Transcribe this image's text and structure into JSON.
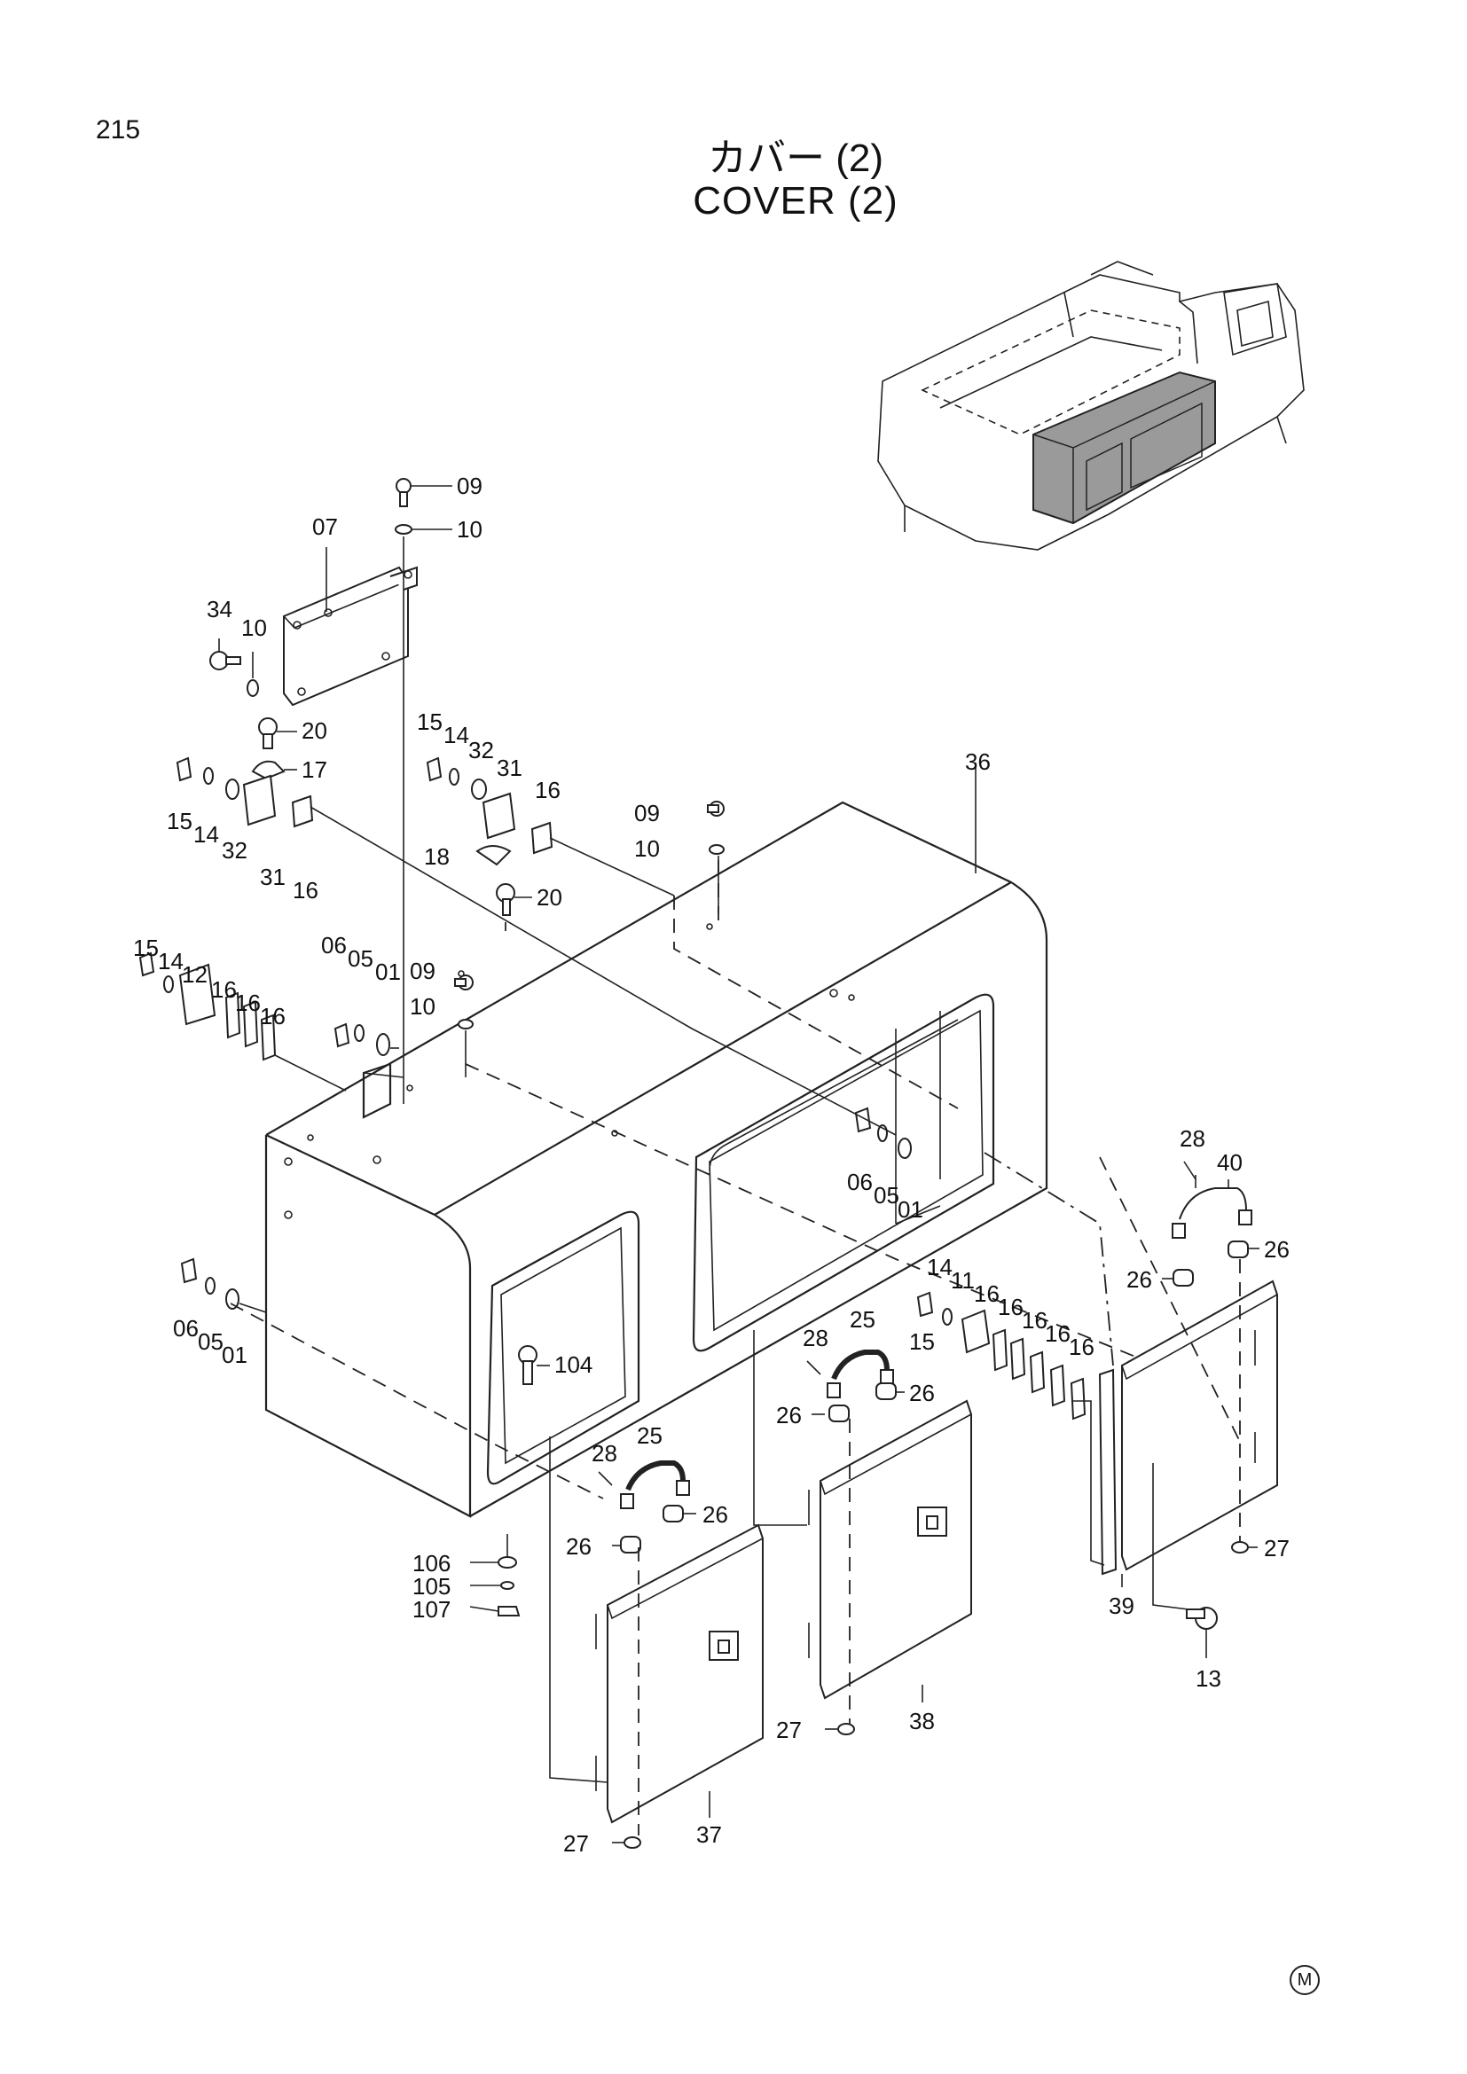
{
  "header": {
    "page_number": "215",
    "title_jp": "カバー (2)",
    "title_en": "COVER (2)"
  },
  "footer": {
    "mark": "M"
  },
  "callouts": {
    "c1": "09",
    "c2": "10",
    "c3": "07",
    "c4": "34",
    "c5": "10",
    "c6": "20",
    "c7": "17",
    "c8": "15",
    "c9": "14",
    "c10": "32",
    "c11": "31",
    "c12": "16",
    "c13": "15",
    "c14": "14",
    "c15": "32",
    "c16": "31",
    "c17": "16",
    "c18": "18",
    "c19": "20",
    "c20": "09",
    "c21": "10",
    "c22": "36",
    "c23": "15",
    "c24": "14",
    "c25": "12",
    "c26": "16",
    "c27": "16",
    "c28": "16",
    "c29": "06",
    "c30": "05",
    "c31": "01",
    "c32": "09",
    "c33": "10",
    "c34": "06",
    "c35": "05",
    "c36": "01",
    "c37": "28",
    "c38": "40",
    "c39": "26",
    "c40": "26",
    "c41": "06",
    "c42": "05",
    "c43": "01",
    "c44": "104",
    "c45": "14",
    "c46": "11",
    "c47": "16",
    "c48": "16",
    "c49": "16",
    "c50": "16",
    "c51": "16",
    "c52": "15",
    "c53": "28",
    "c54": "25",
    "c55": "26",
    "c56": "26",
    "c57": "28",
    "c58": "25",
    "c59": "26",
    "c60": "26",
    "c61": "106",
    "c62": "105",
    "c63": "107",
    "c64": "27",
    "c65": "39",
    "c66": "13",
    "c67": "38",
    "c68": "27",
    "c69": "37",
    "c70": "27"
  }
}
